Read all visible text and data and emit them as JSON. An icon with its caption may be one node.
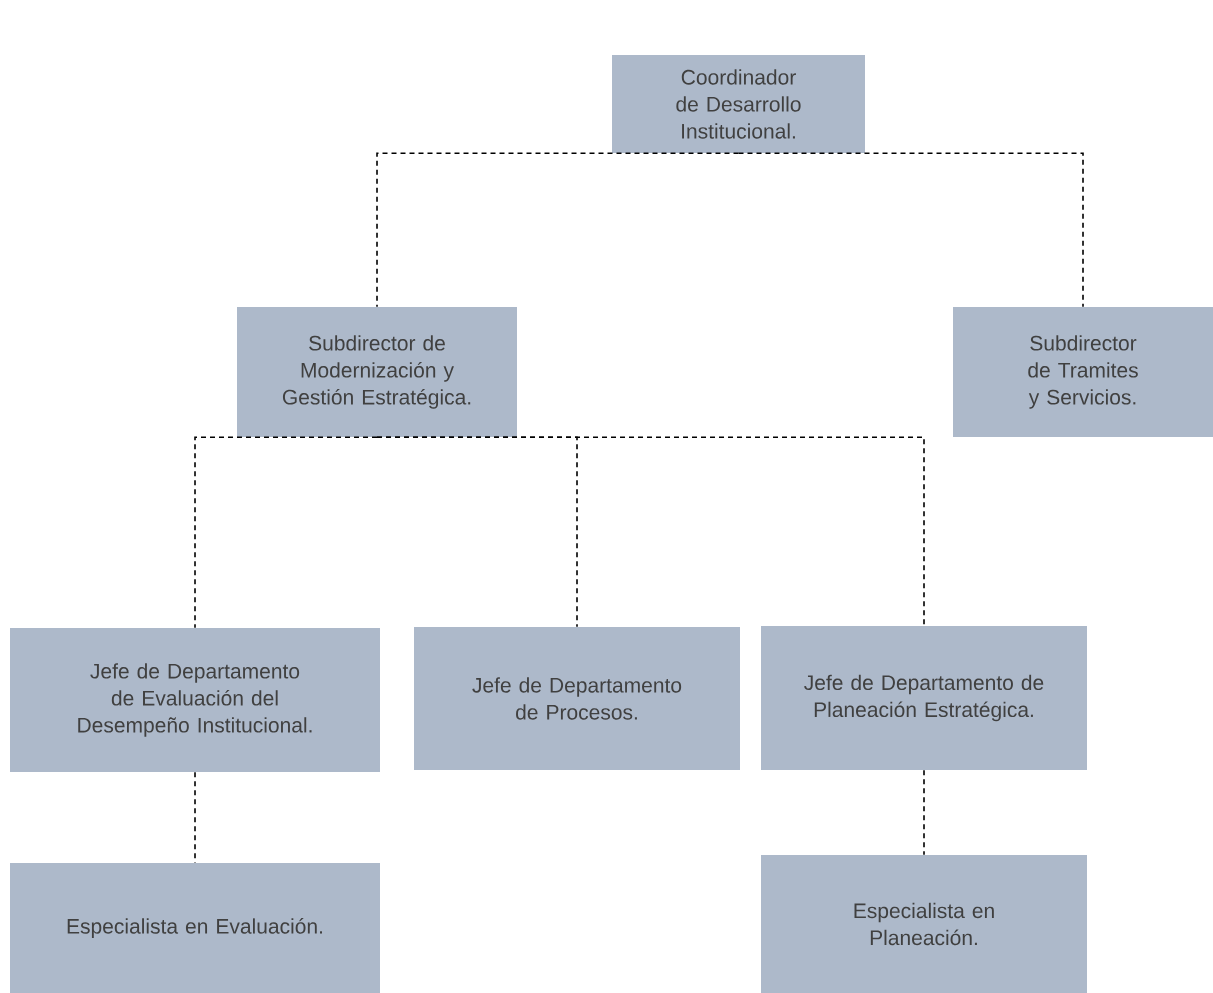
{
  "diagram": {
    "nodes": [
      {
        "text": [
          "Coordinador de Desarrollo Institucional."
        ]
      },
      {
        "text": [
          "Subdirector de Modernización y Gestión Estratégica."
        ]
      },
      {
        "text": [
          "Subdirector de Tramites y Servicios."
        ]
      },
      {
        "text": [
          "Jefe de Departamento de Evaluación del Desempeño Institucional."
        ]
      },
      {
        "text": [
          "Jefe de Departamento de Procesos."
        ]
      },
      {
        "text": [
          "Jefe de Departamento de Planeación Estratégica."
        ]
      },
      {
        "text": [
          "Especialista en Evaluación."
        ]
      },
      {
        "text": [
          "Especialista en Planeación."
        ]
      }
    ],
    "edges": [
      {
        "from": 0,
        "to": 1,
        "arrow": "none",
        "style": "dashed"
      },
      {
        "from": 0,
        "to": 2,
        "arrow": "none",
        "style": "dashed"
      },
      {
        "from": 1,
        "to": 3,
        "arrow": "none",
        "style": "dashed"
      },
      {
        "from": 1,
        "to": 4,
        "arrow": "none",
        "style": "dashed"
      },
      {
        "from": 1,
        "to": 5,
        "arrow": "none",
        "style": "dashed"
      },
      {
        "from": 3,
        "to": 6,
        "arrow": "none",
        "style": "dashed"
      },
      {
        "from": 5,
        "to": 7,
        "arrow": "none",
        "style": "dashed"
      }
    ]
  }
}
